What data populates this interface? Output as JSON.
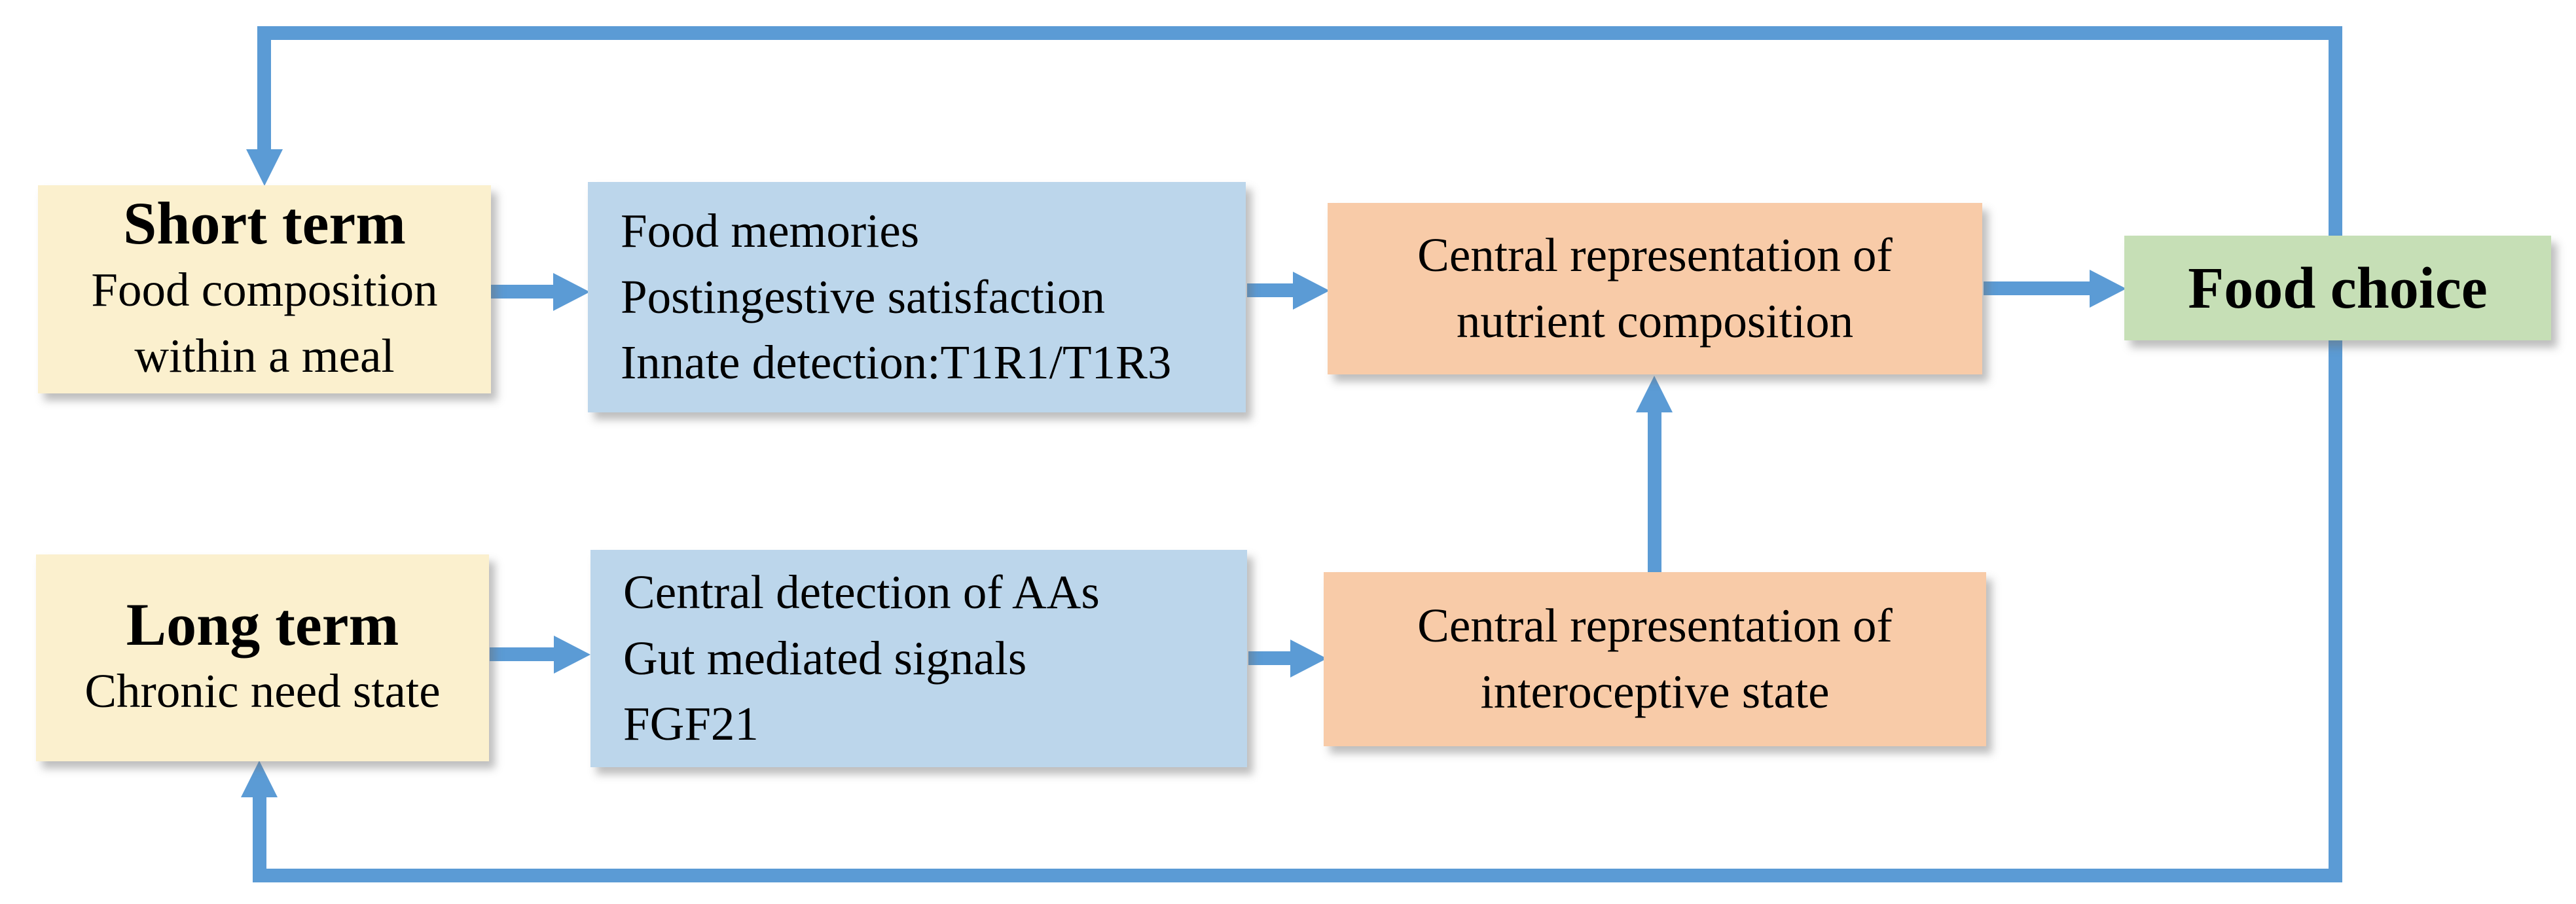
{
  "colors": {
    "arrow_blue": "#5B9BD5",
    "box_yellow": "#FBF0CE",
    "box_blue": "#BCD6EB",
    "box_orange": "#F8CBA8",
    "box_green": "#C6DFB6",
    "text": "#000000",
    "background": "#FFFFFF"
  },
  "boxes": {
    "short_term": {
      "title": "Short term",
      "line1": "Food composition",
      "line2": "within a meal"
    },
    "short_mechanisms": {
      "line1": "Food memories",
      "line2": "Postingestive satisfaction",
      "line3": "Innate detection:T1R1/T1R3"
    },
    "nutrient_representation": {
      "line1": "Central representation of",
      "line2": "nutrient composition"
    },
    "food_choice": {
      "label": "Food choice"
    },
    "long_term": {
      "title": "Long term",
      "line1": "Chronic need state"
    },
    "long_mechanisms": {
      "line1": "Central detection of AAs",
      "line2": "Gut mediated signals",
      "line3": "FGF21"
    },
    "interoceptive_representation": {
      "line1": "Central representation of",
      "line2": "interoceptive state"
    }
  }
}
